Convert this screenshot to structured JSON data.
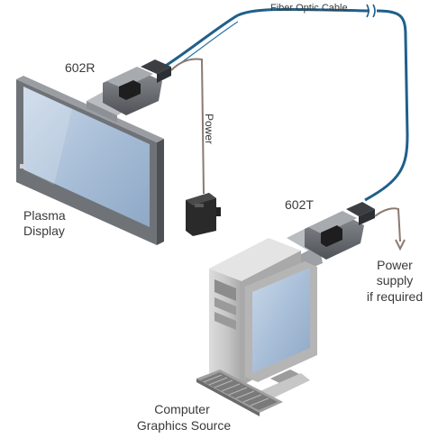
{
  "labels": {
    "fiber": "Fiber Optic Cable",
    "receiver": "602R",
    "transmitter": "602T",
    "power": "Power",
    "display_line1": "Plasma",
    "display_line2": "Display",
    "supply_line1": "Power",
    "supply_line2": "supply",
    "supply_line3": "if required",
    "source_line1": "Computer",
    "source_line2": "Graphics Source"
  },
  "colors": {
    "fiber_cable": "#1f5f8b",
    "power_cable": "#8a7a70",
    "device_body": "#6f7378",
    "screen": "#a9bfd8"
  },
  "icons": {
    "display": "plasma-display-icon",
    "computer": "computer-tower-icon",
    "adapter": "power-adapter-icon",
    "keyboard": "keyboard-icon"
  }
}
